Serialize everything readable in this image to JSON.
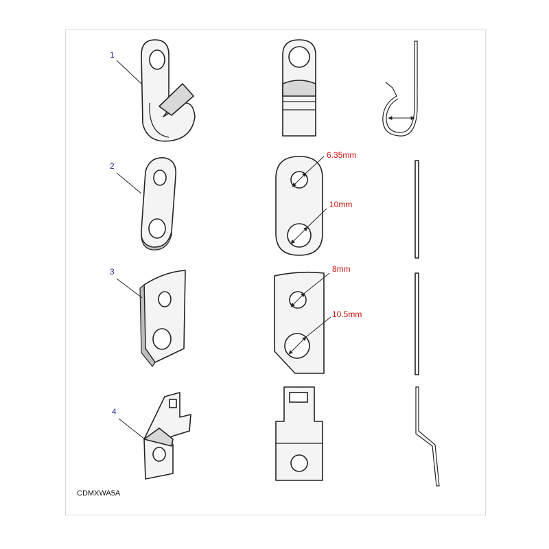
{
  "callouts": [
    "1",
    "2",
    "3",
    "4"
  ],
  "dimensions": {
    "clip2_small_hole": "6.35mm",
    "clip2_large_hole": "10mm",
    "clip3_small_hole": "8mm",
    "clip3_large_hole": "10.5mm"
  },
  "reference_code": "CDMXWA5A"
}
